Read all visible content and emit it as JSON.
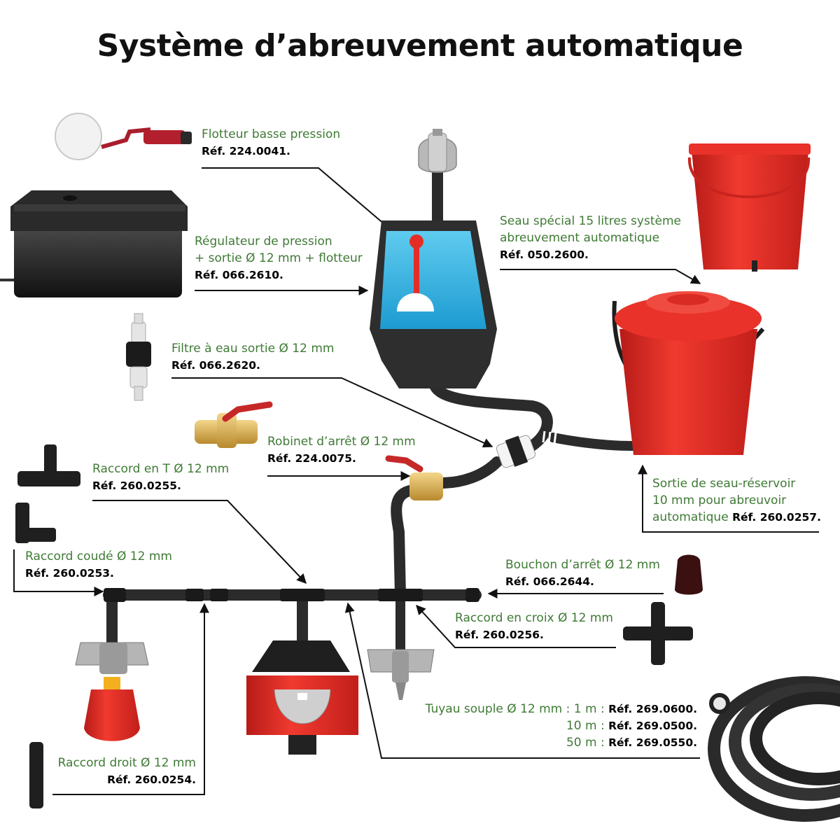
{
  "title": "Système d’abreuvement automatique",
  "colors": {
    "label_green": "#3f7a35",
    "pipe": "#2b2b2b",
    "red": "#e52d27",
    "water": "#2fb3e0",
    "leader": "#111111"
  },
  "items": {
    "flotteur": {
      "name": "Flotteur basse pression",
      "ref": "Réf. 224.0041."
    },
    "regulateur": {
      "name_line1": "Régulateur de pression",
      "name_line2": "+ sortie Ø 12 mm + flotteur",
      "ref": "Réf. 066.2610."
    },
    "seau": {
      "name_line1": "Seau spécial 15 litres système",
      "name_line2": "abreuvement automatique",
      "ref": "Réf. 050.2600."
    },
    "filtre": {
      "name": "Filtre à eau sortie Ø 12 mm",
      "ref": "Réf. 066.2620."
    },
    "robinet": {
      "name": "Robinet d’arrêt Ø 12 mm",
      "ref": "Réf. 224.0075."
    },
    "raccord_t": {
      "name": "Raccord en T Ø 12 mm",
      "ref": "Réf. 260.0255."
    },
    "sortie_seau": {
      "name_line1": "Sortie de seau-réservoir",
      "name_line2": "10 mm pour abreuvoir",
      "name_line3": "automatique",
      "ref": "Réf. 260.0257."
    },
    "raccord_coude": {
      "name": "Raccord coudé Ø 12 mm",
      "ref": "Réf. 260.0253."
    },
    "bouchon": {
      "name": "Bouchon d’arrêt Ø 12 mm",
      "ref": "Réf. 066.2644."
    },
    "raccord_croix": {
      "name": "Raccord en croix Ø 12 mm",
      "ref": "Réf. 260.0256."
    },
    "tuyau": {
      "line1_name": "Tuyau souple Ø 12 mm : 1 m :",
      "line1_ref": "Réf. 269.0600.",
      "line2_name": "10 m :",
      "line2_ref": "Réf. 269.0500.",
      "line3_name": "50 m :",
      "line3_ref": "Réf. 269.0550."
    },
    "raccord_droit": {
      "name": "Raccord droit Ø 12 mm",
      "ref": "Réf. 260.0254."
    }
  }
}
